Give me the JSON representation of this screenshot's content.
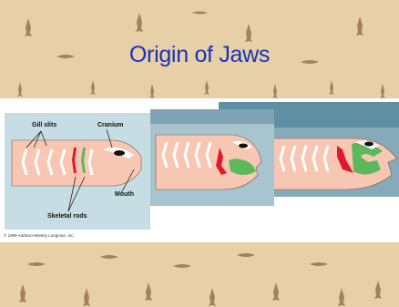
{
  "title": "Origin of Jaws",
  "labels": {
    "gill_slits": "Gill slits",
    "cranium": "Cranium",
    "mouth": "Mouth",
    "skeletal_rods": "Skeletal rods"
  },
  "credit": "© 1999 Addison-Wesley Longman, Inc.",
  "colors": {
    "title": "#1b34b8",
    "background": "#e7cfa8",
    "panel_light": "#c6dde4",
    "panel_mid": "#7ea3b4",
    "panel_dark": "#5f8fa3",
    "body": "#f7c7b3",
    "jaw_green": "#5cb85a",
    "jaw_red": "#e0182b"
  }
}
